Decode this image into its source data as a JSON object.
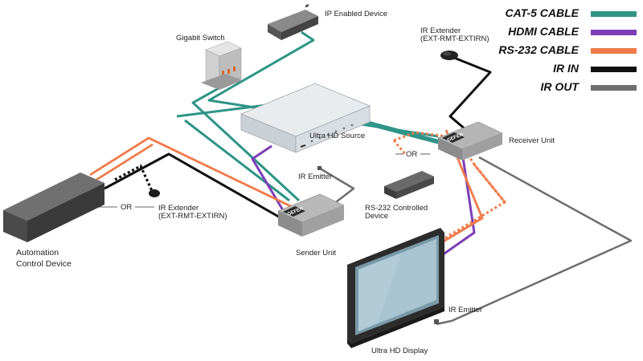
{
  "legend": {
    "items": [
      {
        "label": "CAT-5 CABLE",
        "color": "#2e9487",
        "dashed": false
      },
      {
        "label": "HDMI CABLE",
        "color": "#7d3fb6",
        "dashed": false
      },
      {
        "label": "RS-232 CABLE",
        "color": "#f07a4a",
        "dashed": false
      },
      {
        "label": "IR IN",
        "color": "#111111",
        "dashed": false
      },
      {
        "label": "IR OUT",
        "color": "#6e6e6e",
        "dashed": false
      }
    ]
  },
  "devices": {
    "ip_device": "IP Enabled Device",
    "switch": "Gigabit Switch",
    "ir_ext_top_1": "IR Extender",
    "ir_ext_top_2": "(EXT-RMT-EXTIRN)",
    "source": "Ultra HD Source",
    "receiver": "Receiver Unit",
    "ir_emitter_1": "IR Emitter",
    "rs232_dev_1": "RS-232 Controlled",
    "rs232_dev_2": "Device",
    "ir_ext_left_1": "IR Extender",
    "ir_ext_left_2": "(EXT-RMT-EXTIRN)",
    "automation_1": "Automation",
    "automation_2": "Control Device",
    "sender": "Sender Unit",
    "ir_emitter_2": "IR Emitter",
    "display": "Ultra HD Display",
    "or_label": "OR",
    "brand": "GEFEN"
  }
}
